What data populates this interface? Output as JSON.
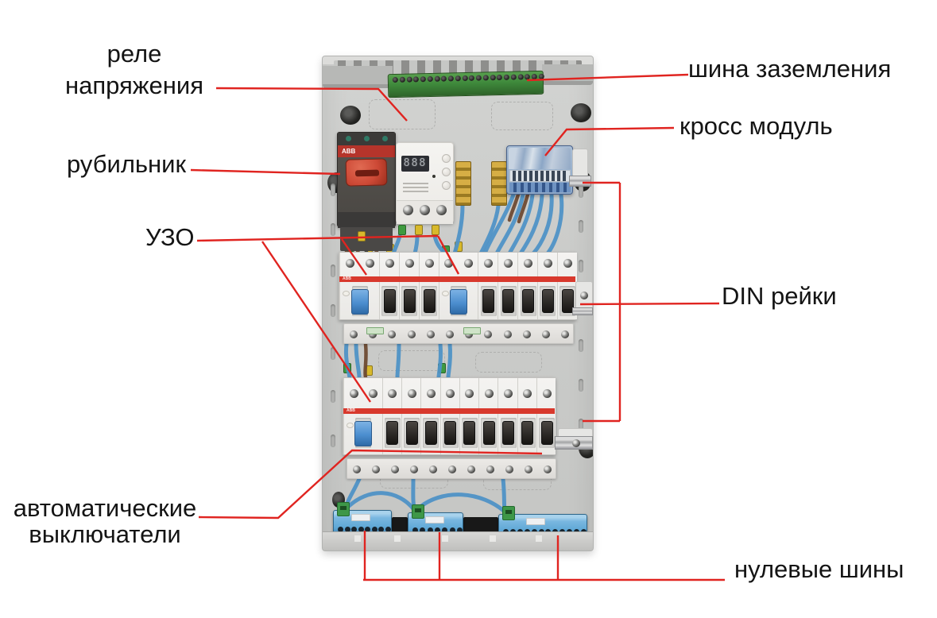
{
  "labels": {
    "voltage_relay": {
      "line1": "реле",
      "line2": "напряжения"
    },
    "disconnector": "рубильник",
    "ground_bus": "шина заземления",
    "cross_module": "кросс модуль",
    "rcd": "УЗО",
    "din_rails": "DIN рейки",
    "circuit_breakers": {
      "line1": "автоматические",
      "line2": "выключатели"
    },
    "neutral_buses": "нулевые шины"
  },
  "panel": {
    "brand": "ABB",
    "voltage_relay_display": "888",
    "ground_bus_hole_count": 22,
    "din_row1_devices": [
      "rcd",
      "breaker",
      "breaker",
      "breaker",
      "rcd",
      "breaker",
      "breaker",
      "breaker",
      "breaker",
      "breaker"
    ],
    "din_row2_devices": [
      "rcd",
      "breaker",
      "breaker",
      "breaker",
      "breaker",
      "breaker",
      "breaker",
      "breaker",
      "breaker",
      "breaker"
    ],
    "neutral_bus_hole_counts": [
      8,
      7,
      12
    ]
  },
  "colors": {
    "leader_line": "#e02420",
    "label_text": "#141414",
    "panel_body": "#cbccca",
    "rcd_toggle": "#4c8ecf",
    "breaker_toggle": "#2a2724",
    "breaker_stripe": "#d8392d",
    "ground_bus_green": "#3f8a3c",
    "neutral_bus_blue": "#5fa8d6",
    "cross_module_blue": "#8ba6c6",
    "disconnector_handle": "#cd4936",
    "wire_blue": "#4f92c6",
    "wire_brown": "#6e4a33"
  }
}
